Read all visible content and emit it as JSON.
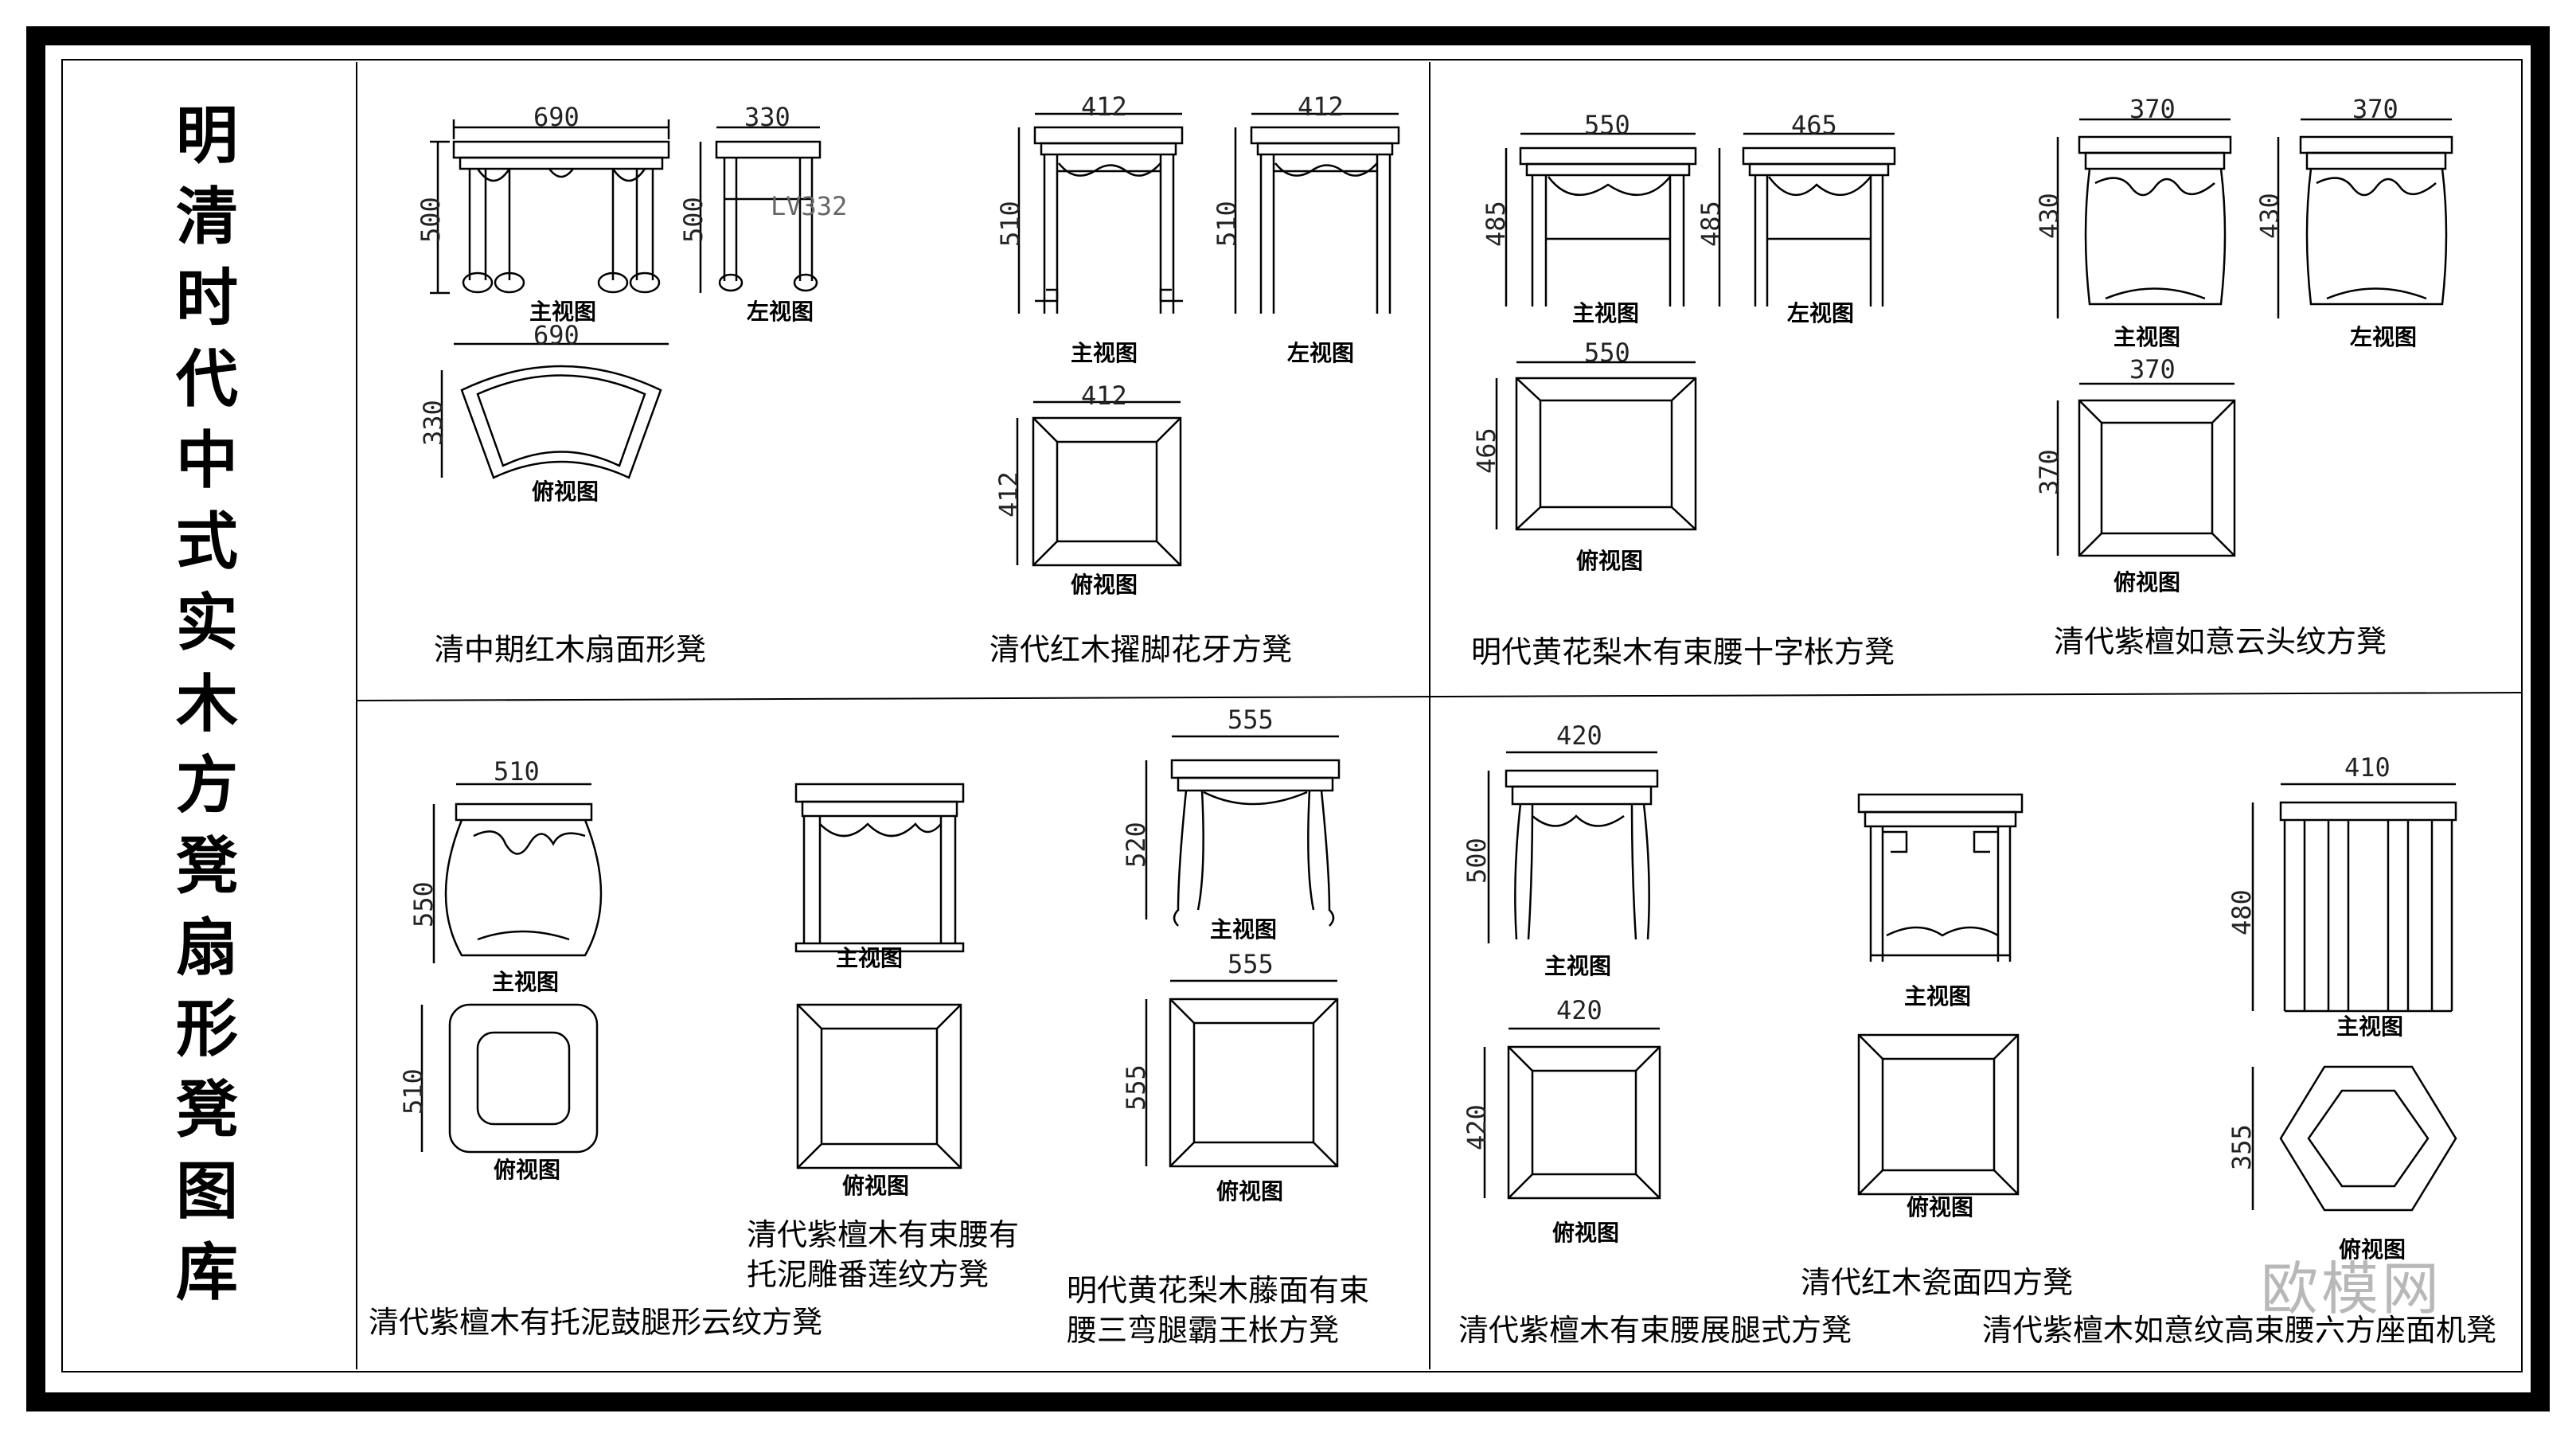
{
  "sheet_title": "明清时代中式实木方凳扇形凳图库",
  "watermark": "欧模网",
  "model_code": "LV332",
  "panels": [
    {
      "id": "p1",
      "title": "清中期红木扇面形凳",
      "views": [
        {
          "name": "主视图",
          "w": "690",
          "h": "500"
        },
        {
          "name": "左视图",
          "w": "330",
          "h": "500"
        },
        {
          "name": "俯视图",
          "w": "690",
          "h": "330"
        }
      ]
    },
    {
      "id": "p2",
      "title": "清代红木擢脚花牙方凳",
      "views": [
        {
          "name": "主视图",
          "w": "412",
          "h": "510"
        },
        {
          "name": "左视图",
          "w": "412",
          "h": "510"
        },
        {
          "name": "俯视图",
          "w": "412",
          "h": "412"
        }
      ]
    },
    {
      "id": "p3",
      "title": "明代黄花梨木有束腰十字枨方凳",
      "views": [
        {
          "name": "主视图",
          "w": "550",
          "h": "485"
        },
        {
          "name": "左视图",
          "w": "465",
          "h": "485"
        },
        {
          "name": "俯视图",
          "w": "550",
          "h": "465"
        }
      ]
    },
    {
      "id": "p4",
      "title": "清代紫檀如意云头纹方凳",
      "views": [
        {
          "name": "主视图",
          "w": "370",
          "h": "430"
        },
        {
          "name": "左视图",
          "w": "370",
          "h": "430"
        },
        {
          "name": "俯视图",
          "w": "370",
          "h": "370"
        }
      ]
    },
    {
      "id": "p5",
      "title": "清代紫檀木有托泥鼓腿形云纹方凳",
      "views": [
        {
          "name": "主视图",
          "w": "510",
          "h": "550"
        },
        {
          "name": "俯视图",
          "w": "",
          "h": "510"
        }
      ]
    },
    {
      "id": "p6",
      "title_lines": [
        "清代紫檀木有束腰有",
        "托泥雕番莲纹方凳"
      ],
      "views": [
        {
          "name": "主视图"
        },
        {
          "name": "俯视图"
        }
      ]
    },
    {
      "id": "p7",
      "title_lines": [
        "明代黄花梨木藤面有束",
        "腰三弯腿霸王枨方凳"
      ],
      "views": [
        {
          "name": "主视图",
          "w": "555",
          "h": "520"
        },
        {
          "name": "俯视图",
          "w": "555",
          "h": "555"
        }
      ]
    },
    {
      "id": "p8",
      "title": "清代紫檀木有束腰展腿式方凳",
      "views": [
        {
          "name": "主视图",
          "w": "420",
          "h": "500"
        },
        {
          "name": "俯视图",
          "w": "420",
          "h": "420"
        }
      ]
    },
    {
      "id": "p9",
      "title": "清代红木瓷面四方凳",
      "views": [
        {
          "name": "主视图"
        },
        {
          "name": "俯视图"
        }
      ]
    },
    {
      "id": "p10",
      "title": "清代紫檀木如意纹高束腰六方座面机凳",
      "views": [
        {
          "name": "主视图",
          "w": "410",
          "h": "480"
        },
        {
          "name": "俯视图",
          "h": "355"
        }
      ]
    }
  ]
}
